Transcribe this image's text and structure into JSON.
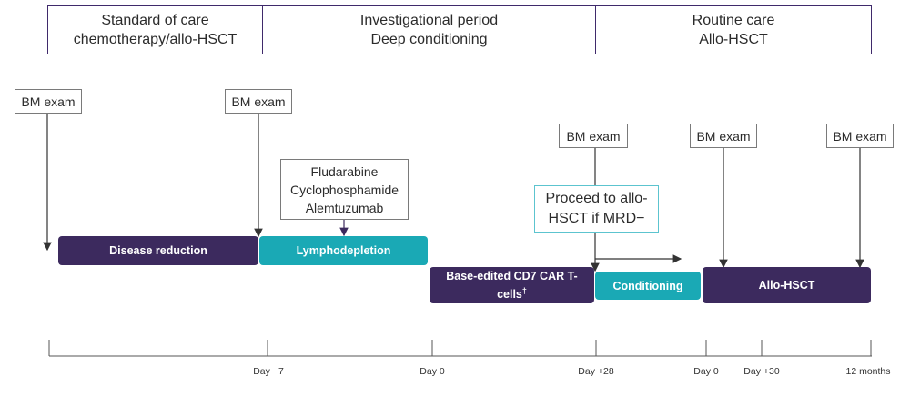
{
  "phases": [
    {
      "line1": "Standard of care",
      "line2": "chemotherapy/allo-HSCT"
    },
    {
      "line1": "Investigational period",
      "line2": "Deep conditioning"
    },
    {
      "line1": "Routine care",
      "line2": "Allo-HSCT"
    }
  ],
  "exam_label": "BM exam",
  "drugs": [
    "Fludarabine",
    "Cyclophosphamide",
    "Alemtuzumab"
  ],
  "proceed": {
    "line1": "Proceed to allo-",
    "line2": "HSCT if MRD−"
  },
  "bars": {
    "disease_reduction": "Disease reduction",
    "lymphodepletion": "Lymphodepletion",
    "car_t_line1": "Base-edited CD7 CAR T-",
    "car_t_line2": "cells",
    "car_t_sup": "†",
    "conditioning": "Conditioning",
    "allo_hsct": "Allo-HSCT"
  },
  "timeline_ticks": [
    "Day −7",
    "Day  0",
    "Day +28",
    "Day  0",
    "Day +30",
    "12 months"
  ],
  "colors": {
    "purple": "#3c2a5e",
    "teal": "#1aa9b5",
    "teal_border": "#5cc4cf",
    "phase_border": "#3f2a6b"
  }
}
